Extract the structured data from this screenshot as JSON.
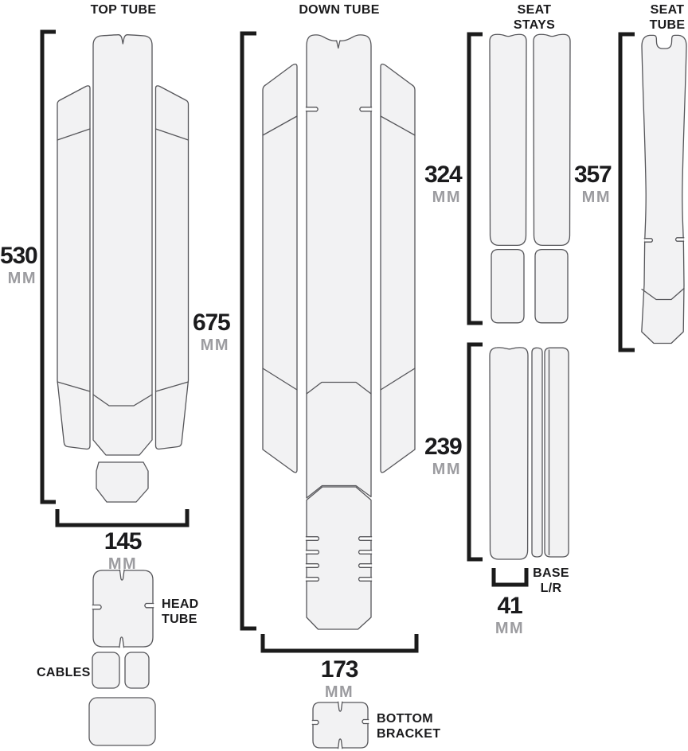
{
  "sections": {
    "top_tube": {
      "title": "TOP TUBE",
      "length": "530",
      "length_unit": "MM",
      "width": "145",
      "width_unit": "MM"
    },
    "down_tube": {
      "title": "DOWN TUBE",
      "length": "675",
      "length_unit": "MM",
      "width": "173",
      "width_unit": "MM"
    },
    "seat_stays": {
      "title_line1": "SEAT",
      "title_line2": "STAYS",
      "length": "324",
      "length_unit": "MM"
    },
    "seat_tube": {
      "title_line1": "SEAT",
      "title_line2": "TUBE",
      "length": "357",
      "length_unit": "MM"
    },
    "base": {
      "label_line1": "BASE",
      "label_line2": "L/R",
      "length": "239",
      "length_unit": "MM",
      "width": "41",
      "width_unit": "MM"
    },
    "head_tube": {
      "label_line1": "HEAD",
      "label_line2": "TUBE"
    },
    "cables": {
      "label": "CABLES"
    },
    "bottom_bracket": {
      "label_line1": "BOTTOM",
      "label_line2": "BRACKET"
    }
  },
  "colors": {
    "background": "#ffffff",
    "piece_fill": "#f2f2f3",
    "piece_stroke": "#56565a",
    "bracket": "#1b1b1b",
    "text": "#1b1b1d",
    "unit_text": "#9c9ca0"
  }
}
